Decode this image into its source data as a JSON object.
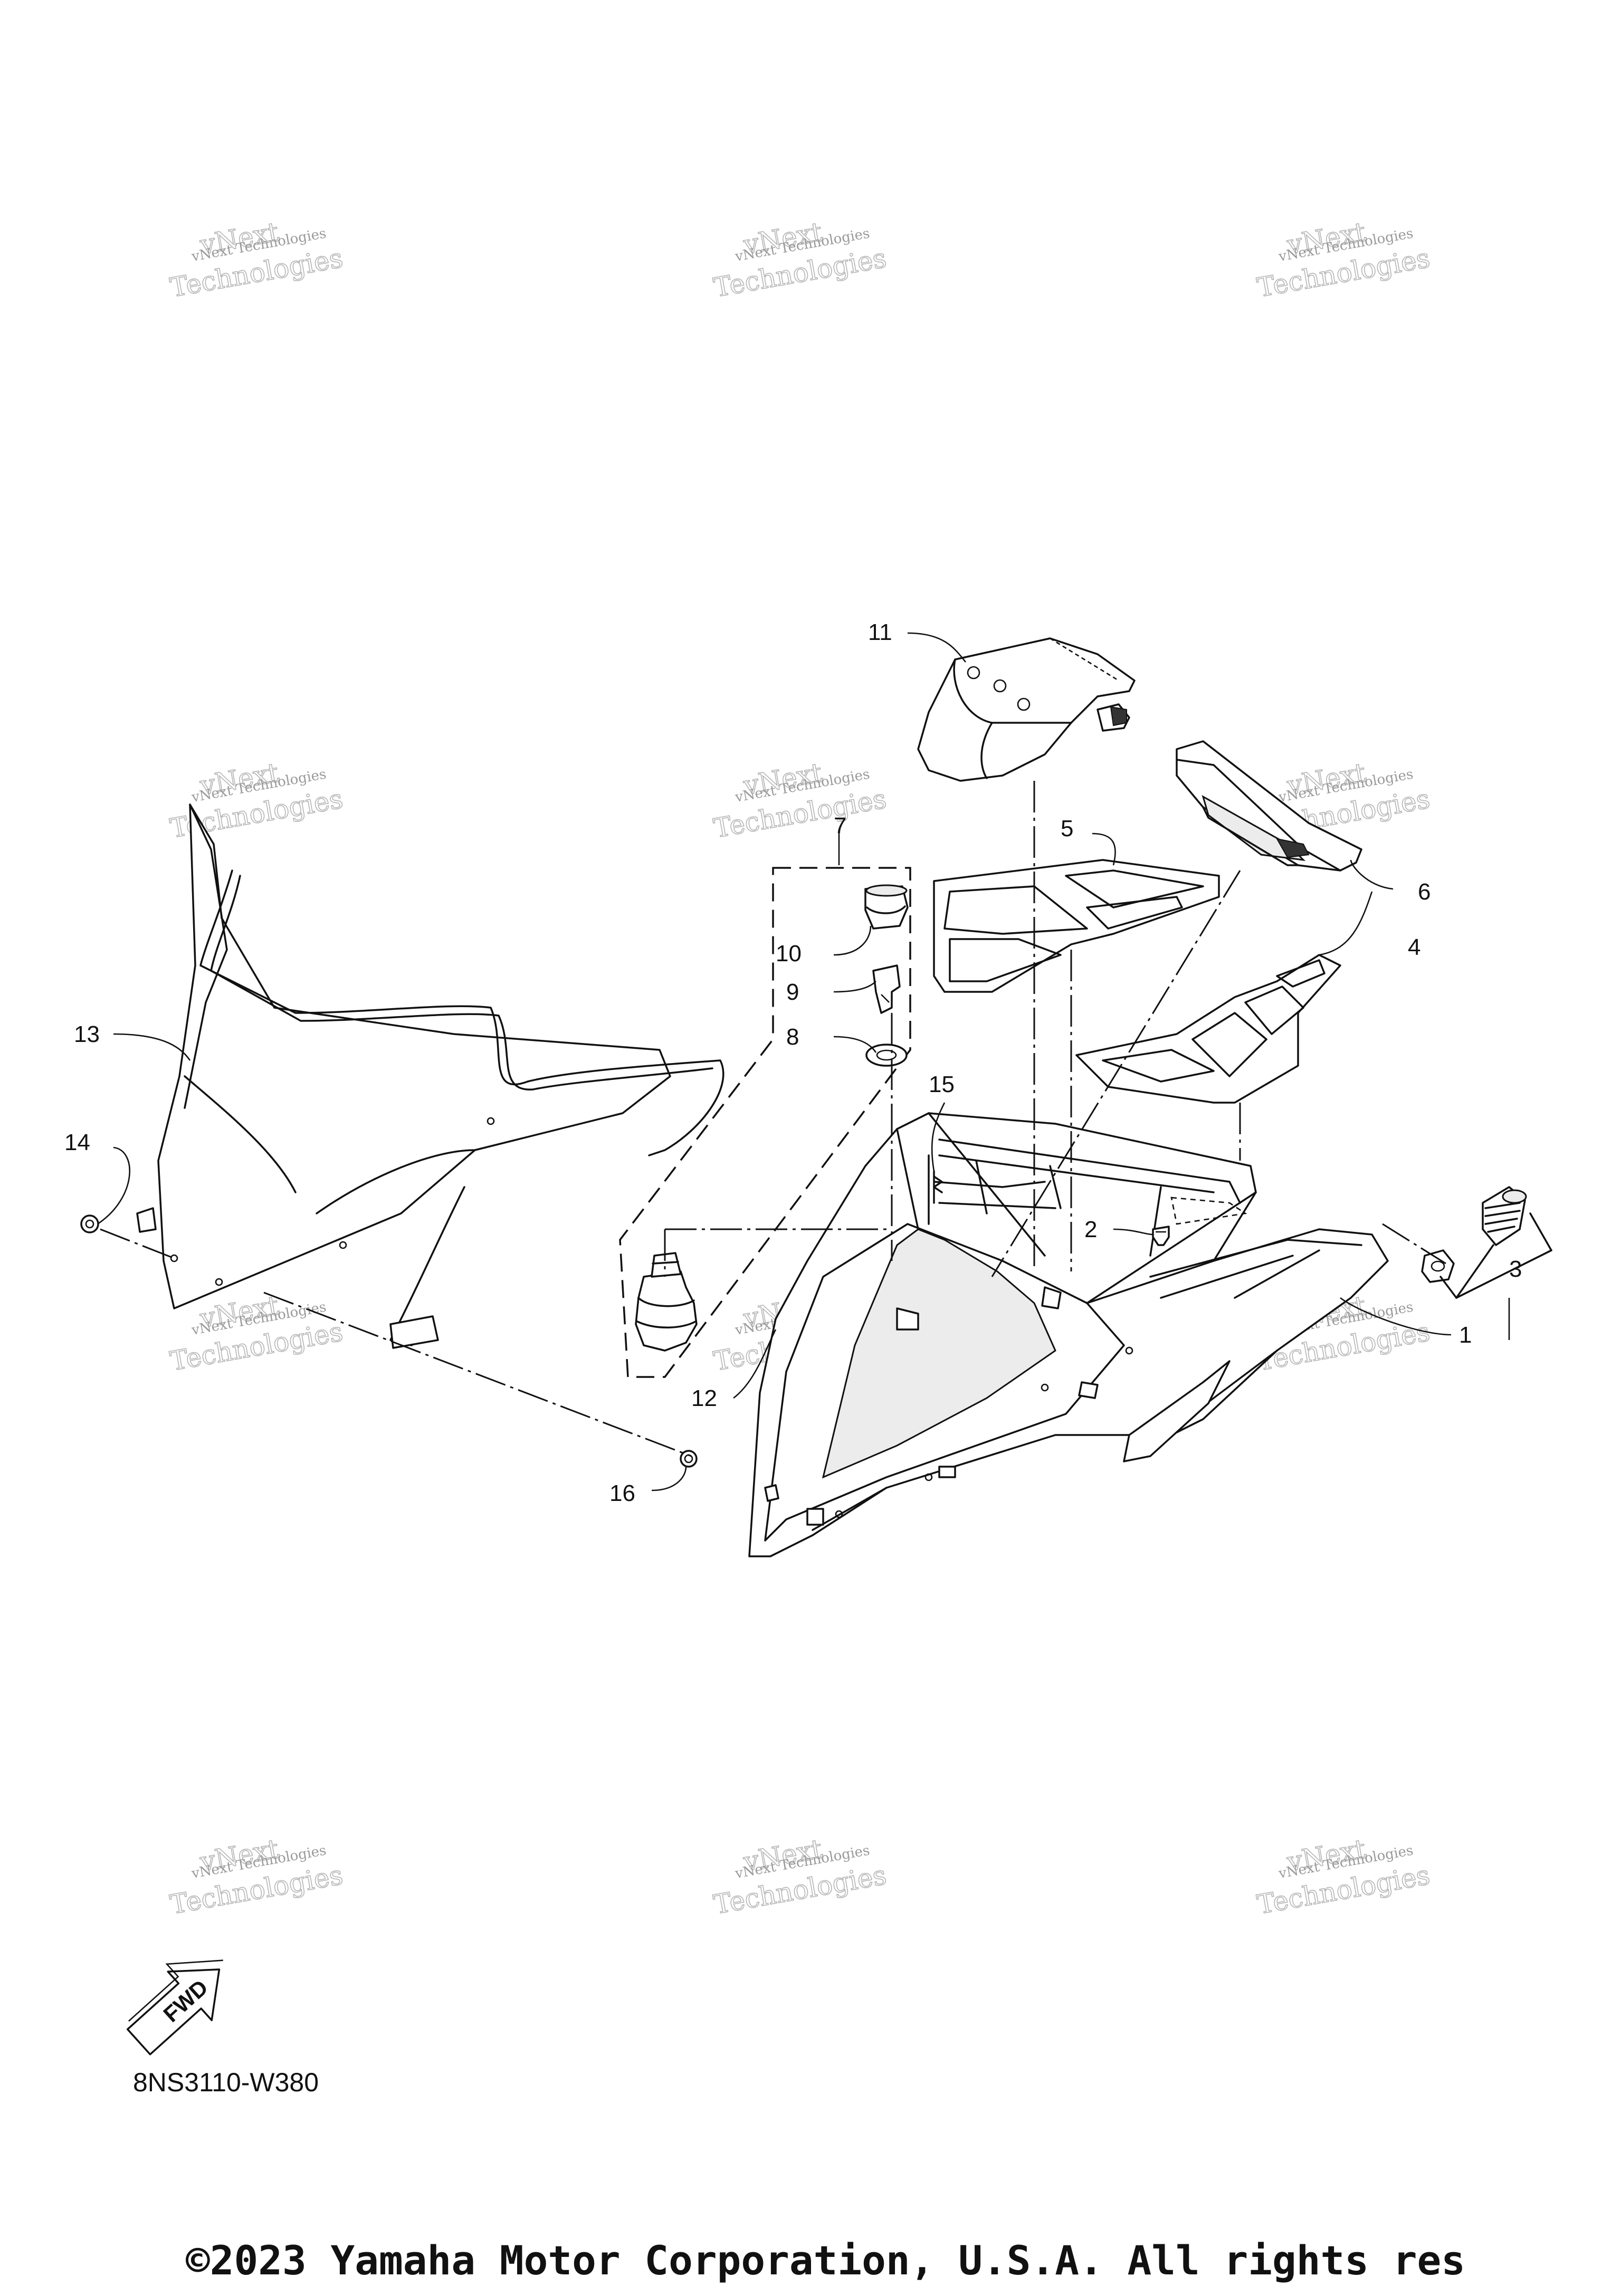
{
  "diagram": {
    "code": "8NS3110-W380",
    "copyright": "©2023 Yamaha Motor Corporation, U.S.A. All rights res",
    "fwd_label": "FWD",
    "watermark_small": "vNext Technologies",
    "watermark_big_1": "vNext",
    "watermark_big_2": "Technologies",
    "callouts": [
      {
        "id": "c1",
        "label": "1"
      },
      {
        "id": "c2",
        "label": "2"
      },
      {
        "id": "c3",
        "label": "3"
      },
      {
        "id": "c4",
        "label": "4"
      },
      {
        "id": "c5",
        "label": "5"
      },
      {
        "id": "c6",
        "label": "6"
      },
      {
        "id": "c7",
        "label": "7"
      },
      {
        "id": "c8",
        "label": "8"
      },
      {
        "id": "c9",
        "label": "9"
      },
      {
        "id": "c10",
        "label": "10"
      },
      {
        "id": "c11",
        "label": "11"
      },
      {
        "id": "c12",
        "label": "12"
      },
      {
        "id": "c13",
        "label": "13"
      },
      {
        "id": "c14",
        "label": "14"
      },
      {
        "id": "c15",
        "label": "15"
      },
      {
        "id": "c16",
        "label": "16"
      }
    ]
  }
}
